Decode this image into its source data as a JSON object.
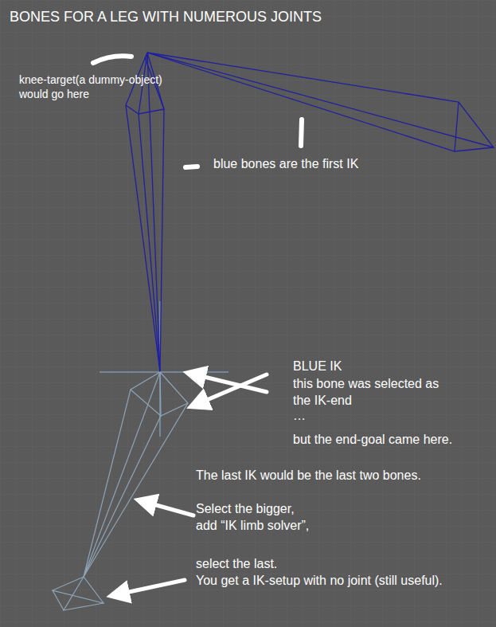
{
  "diagram": {
    "title": "BONES FOR A LEG WITH NUMEROUS JOINTS",
    "labels": [
      "knee-target(a dummy-object) would go here",
      "blue bones are the first IK",
      "BLUE IK",
      "this bone was selected as the IK-end",
      "…",
      "but the end-goal came here.",
      "The last IK would be the last two bones.",
      "Select the bigger,",
      "add “IK limb solver”,",
      "select the last.",
      "You get a IK-setup with no joint (still useful)."
    ]
  }
}
